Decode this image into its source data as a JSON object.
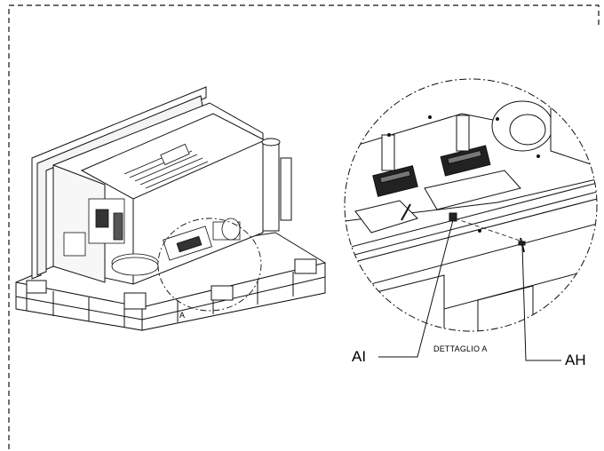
{
  "labels": {
    "detail_marker": "A",
    "detail_title": "DETTAGLIO A",
    "callout_left": "AI",
    "callout_right": "AH"
  },
  "colors": {
    "line": "#111111",
    "background": "#ffffff",
    "shade": "#2a2a2a"
  }
}
